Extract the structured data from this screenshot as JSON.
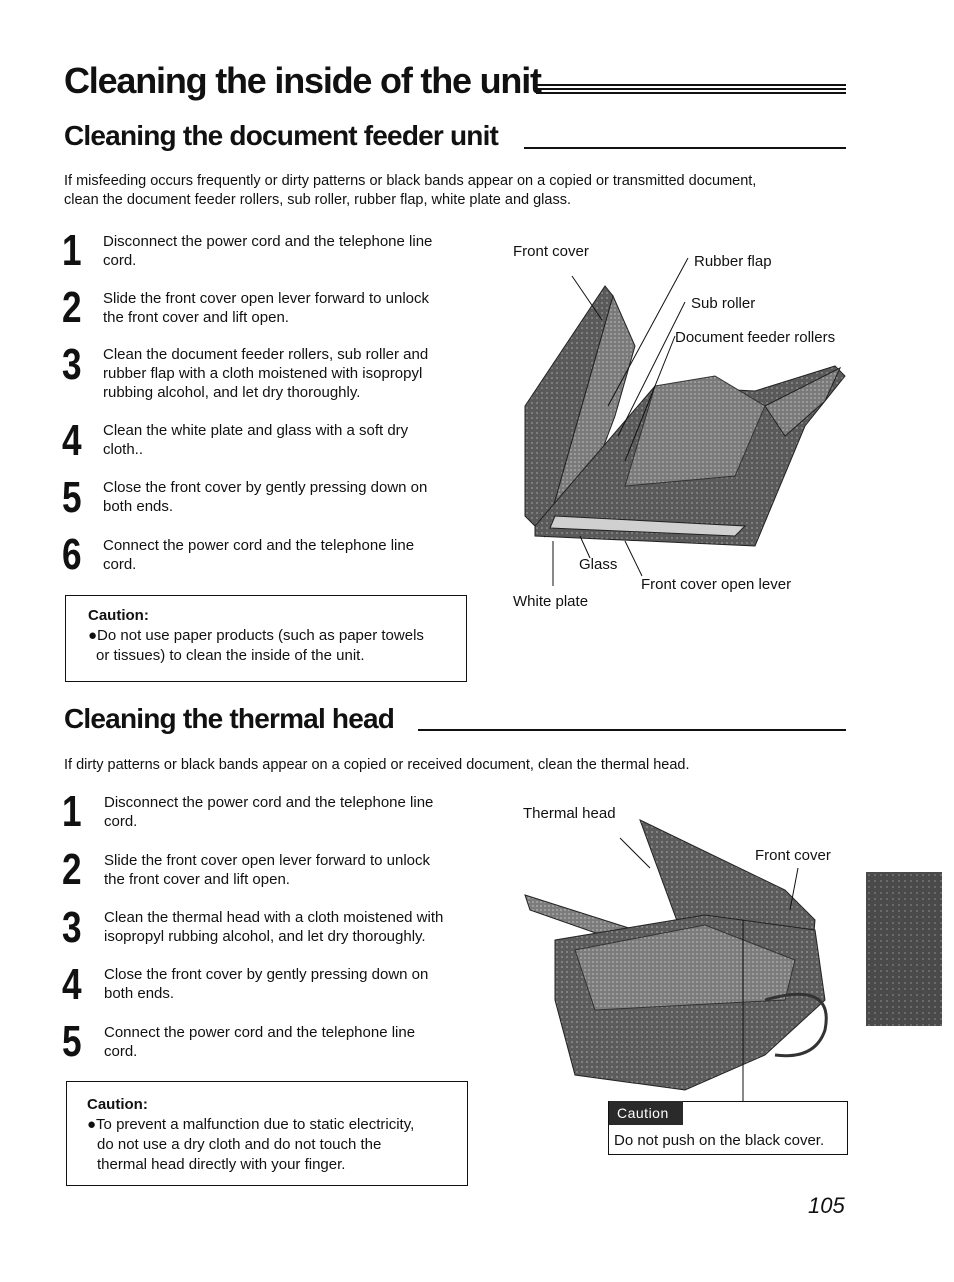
{
  "page": {
    "title": "Cleaning the inside of the unit",
    "page_number": "105"
  },
  "feeder": {
    "title": "Cleaning the document feeder unit",
    "intro_line1": "If misfeeding occurs frequently or dirty patterns or black bands appear on a copied or transmitted document,",
    "intro_line2": "clean the document feeder rollers, sub roller, rubber flap, white plate and glass.",
    "steps": [
      {
        "num": "1",
        "line1": "Disconnect the power cord and the telephone line",
        "line2": "cord.",
        "line3": ""
      },
      {
        "num": "2",
        "line1": "Slide the front cover open lever forward to unlock",
        "line2": "the front cover and lift open.",
        "line3": ""
      },
      {
        "num": "3",
        "line1": "Clean the document feeder rollers, sub roller and",
        "line2": "rubber flap with a cloth moistened with isopropyl",
        "line3": "rubbing alcohol, and let dry thoroughly."
      },
      {
        "num": "4",
        "line1": "Clean the white plate and glass with a soft dry",
        "line2": "cloth..",
        "line3": ""
      },
      {
        "num": "5",
        "line1": "Close the front cover by gently pressing down on",
        "line2": "both ends.",
        "line3": ""
      },
      {
        "num": "6",
        "line1": "Connect the power cord and the telephone line",
        "line2": "cord.",
        "line3": ""
      }
    ],
    "caution": {
      "label": "Caution:",
      "line1": "●Do not use paper products (such as paper towels",
      "line2": "or tissues) to clean the inside of the unit."
    },
    "callouts": {
      "front_cover": "Front cover",
      "rubber_flap": "Rubber flap",
      "sub_roller": "Sub roller",
      "feeder_rollers": "Document feeder rollers",
      "glass": "Glass",
      "front_cover_lever": "Front cover open lever",
      "white_plate": "White plate"
    }
  },
  "thermal": {
    "title": "Cleaning the thermal head",
    "intro": "If dirty patterns or black bands appear on a copied or received document, clean the thermal head.",
    "steps": [
      {
        "num": "1",
        "line1": "Disconnect the power cord and the telephone line",
        "line2": "cord."
      },
      {
        "num": "2",
        "line1": "Slide the front cover open lever forward to unlock",
        "line2": "the front cover and lift open."
      },
      {
        "num": "3",
        "line1": "Clean the thermal head with a cloth moistened with",
        "line2": "isopropyl rubbing alcohol, and let dry thoroughly."
      },
      {
        "num": "4",
        "line1": "Close the front cover by gently pressing down on",
        "line2": "both ends."
      },
      {
        "num": "5",
        "line1": "Connect the power cord and the telephone line",
        "line2": "cord."
      }
    ],
    "caution": {
      "label": "Caution:",
      "line1": "●To prevent a malfunction due to static electricity,",
      "line2": "do not use a dry cloth and do not touch the",
      "line3": "thermal head directly with your finger."
    },
    "callouts": {
      "thermal_head": "Thermal head",
      "front_cover": "Front cover"
    },
    "warning": {
      "tag": "Caution",
      "text": "Do not push on the black cover."
    }
  }
}
